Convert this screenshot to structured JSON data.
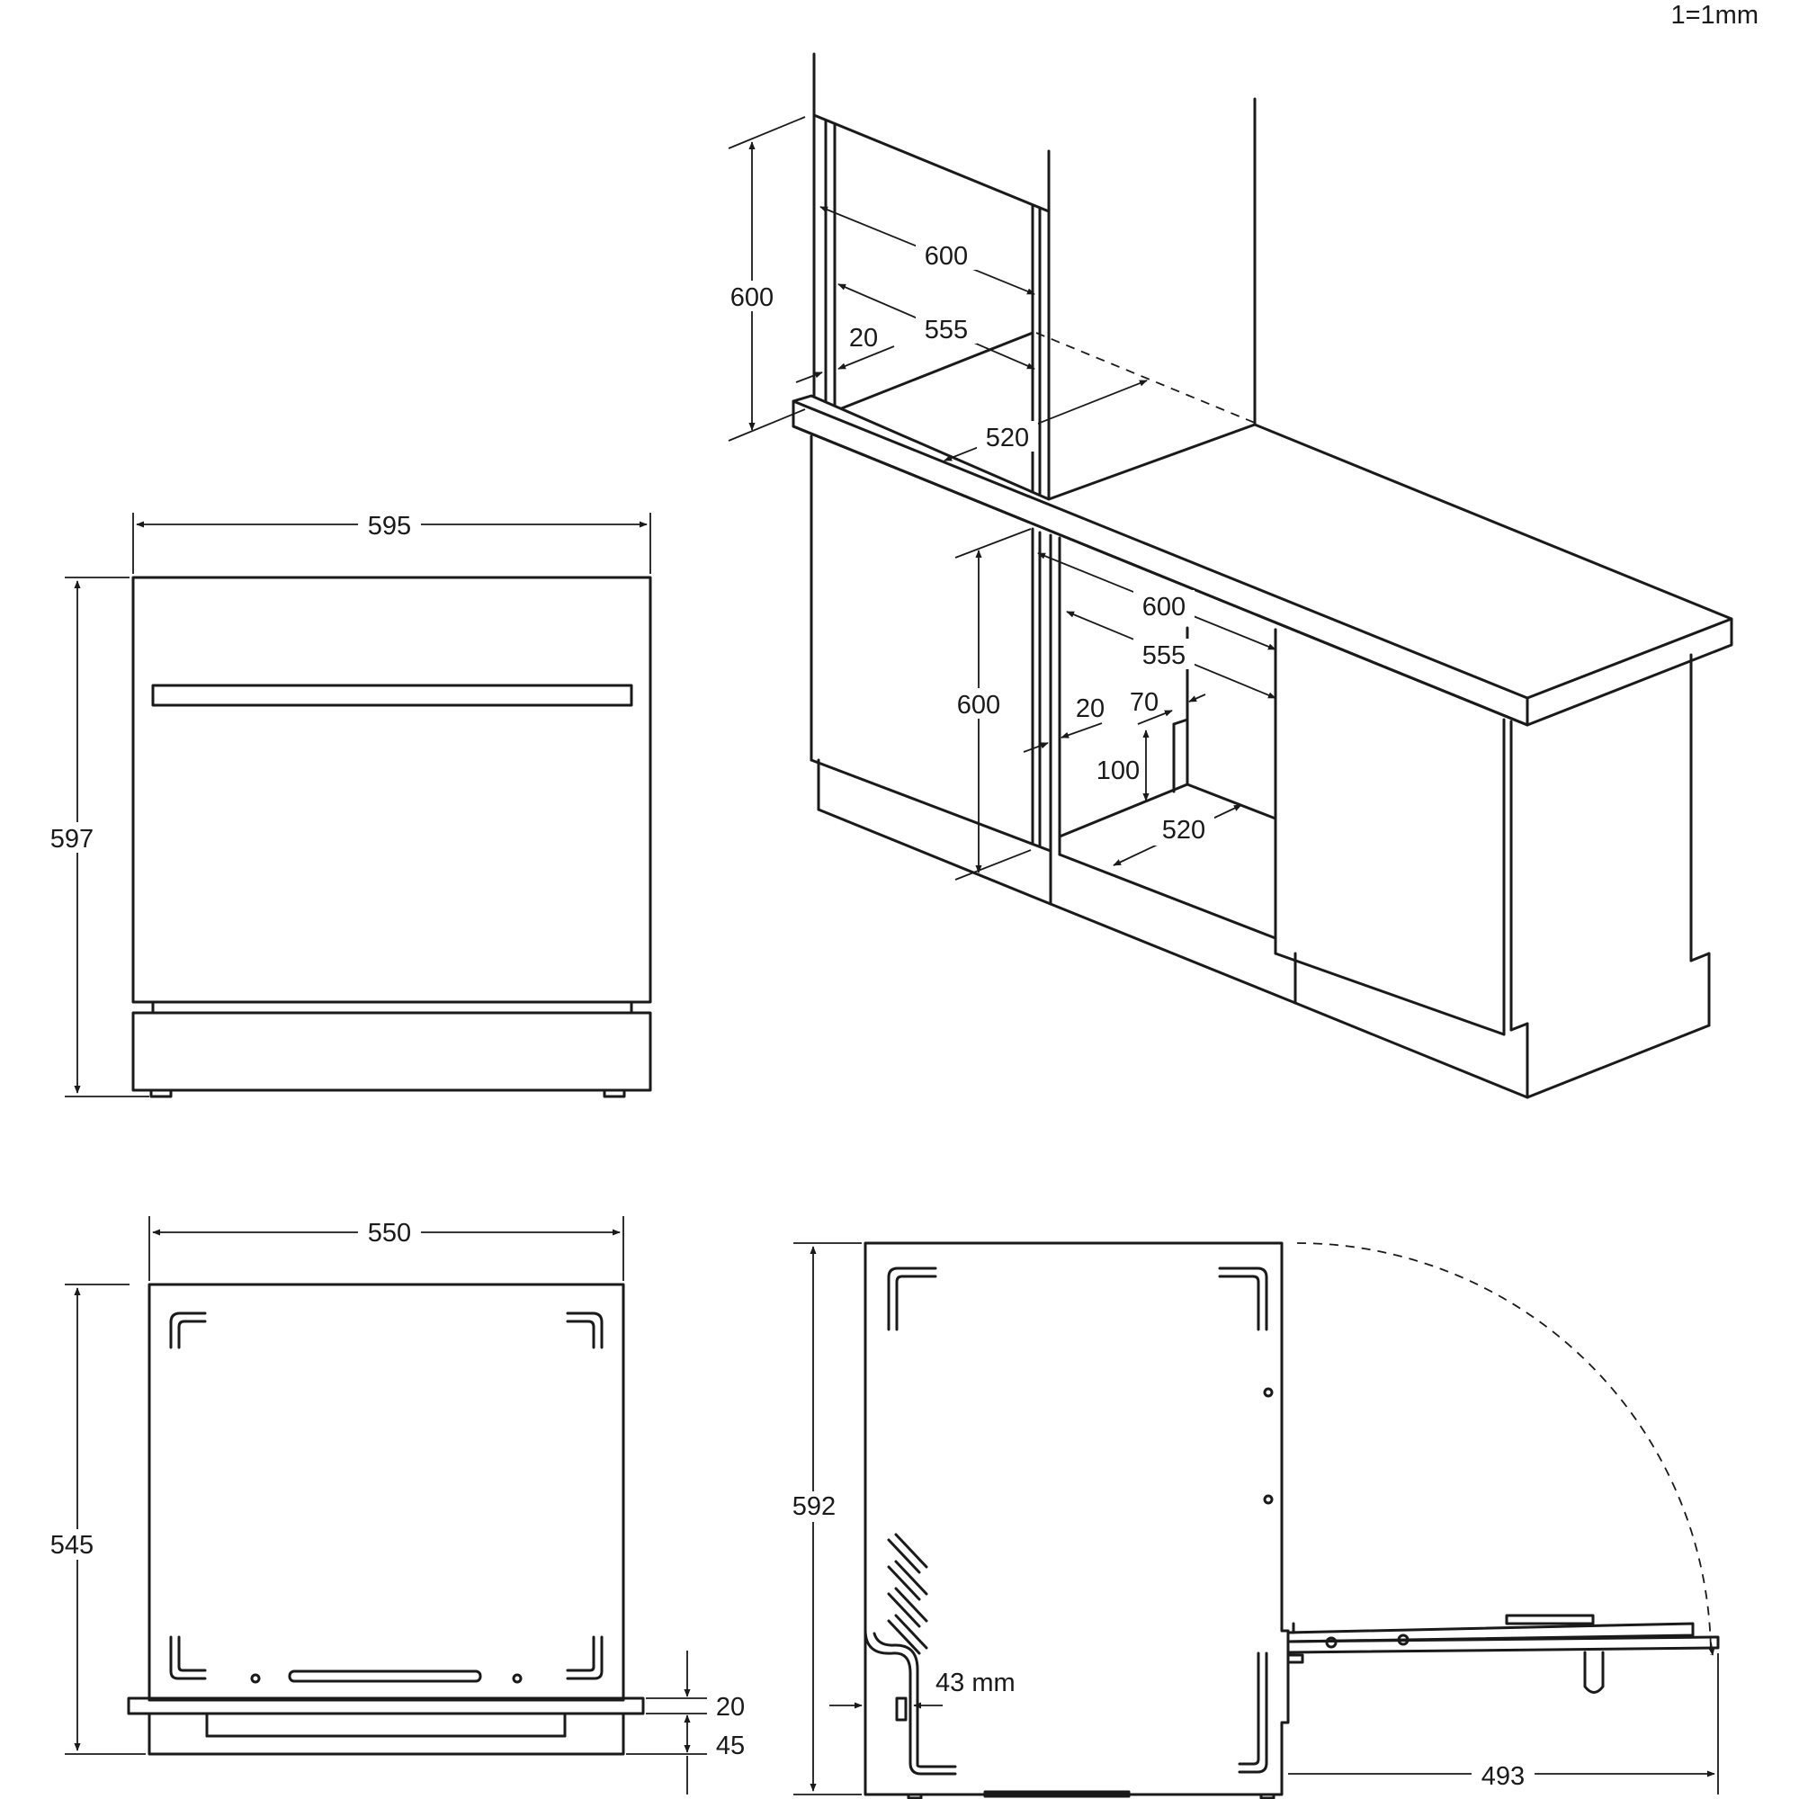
{
  "scale_note": "1=1mm",
  "front_view": {
    "width": "595",
    "height": "597"
  },
  "installation": {
    "upper_height": "600",
    "upper_width": "600",
    "upper_inner_width": "555",
    "upper_panel": "20",
    "upper_depth": "520",
    "lower_width": "600",
    "lower_inner_width": "555",
    "lower_height": "600",
    "lower_panel": "20",
    "lower_notch_depth": "70",
    "lower_notch_height": "100",
    "lower_depth": "520"
  },
  "top_view": {
    "width": "550",
    "depth": "545",
    "trim_top": "20",
    "trim_bottom": "45"
  },
  "side_view": {
    "height": "592",
    "offset": "43 mm",
    "door_open_depth": "493"
  }
}
